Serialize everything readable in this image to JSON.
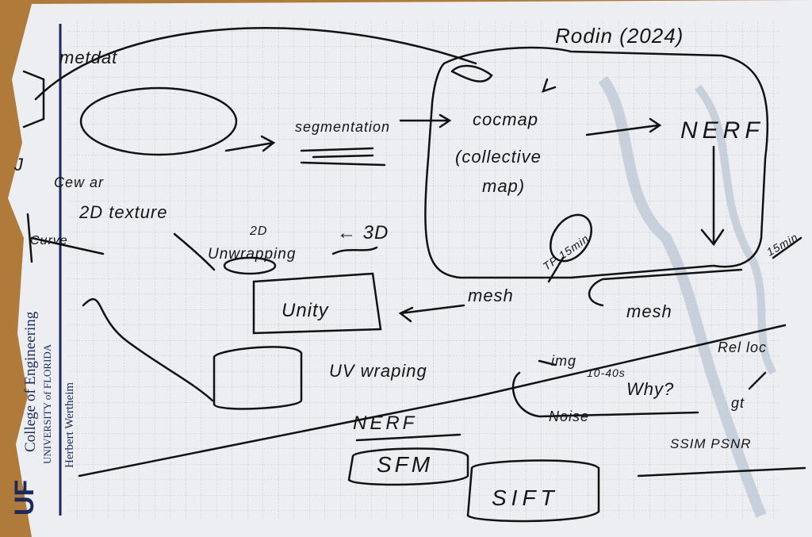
{
  "logo": {
    "uf": "UF",
    "dept_top": "Herbert Wertheim",
    "college": "College of Engineering",
    "university": "UNIVERSITY of FLORIDA"
  },
  "notes": {
    "metdat": "metdat",
    "rodin": "Rodin (2024)",
    "segmentation": "segmentation",
    "cocmap": "cocmap",
    "collective": "(collective",
    "map": "map)",
    "nerf_top": "NERF",
    "j": "J",
    "cew_ar": "Cew ar",
    "texture_2d": "2D texture",
    "curve": "Curve",
    "label_2d": "2D",
    "unwrapping": "Unwrapping",
    "from_3d": "← 3D",
    "tp_15min": "TP 15min",
    "mesh_left": "mesh",
    "mesh_right": "mesh",
    "min15": "15min",
    "unity": "Unity",
    "uv_wraping": "UV wraping",
    "img": "img",
    "seconds": "10-40s",
    "why": "Why?",
    "noise": "Noise",
    "rel_loc": "Rel loc",
    "gt": "gt",
    "nerf_bottom": "NERF",
    "sfm": "SFM",
    "sift": "SIFT",
    "ssim_psnr": "SSIM PSNR"
  }
}
